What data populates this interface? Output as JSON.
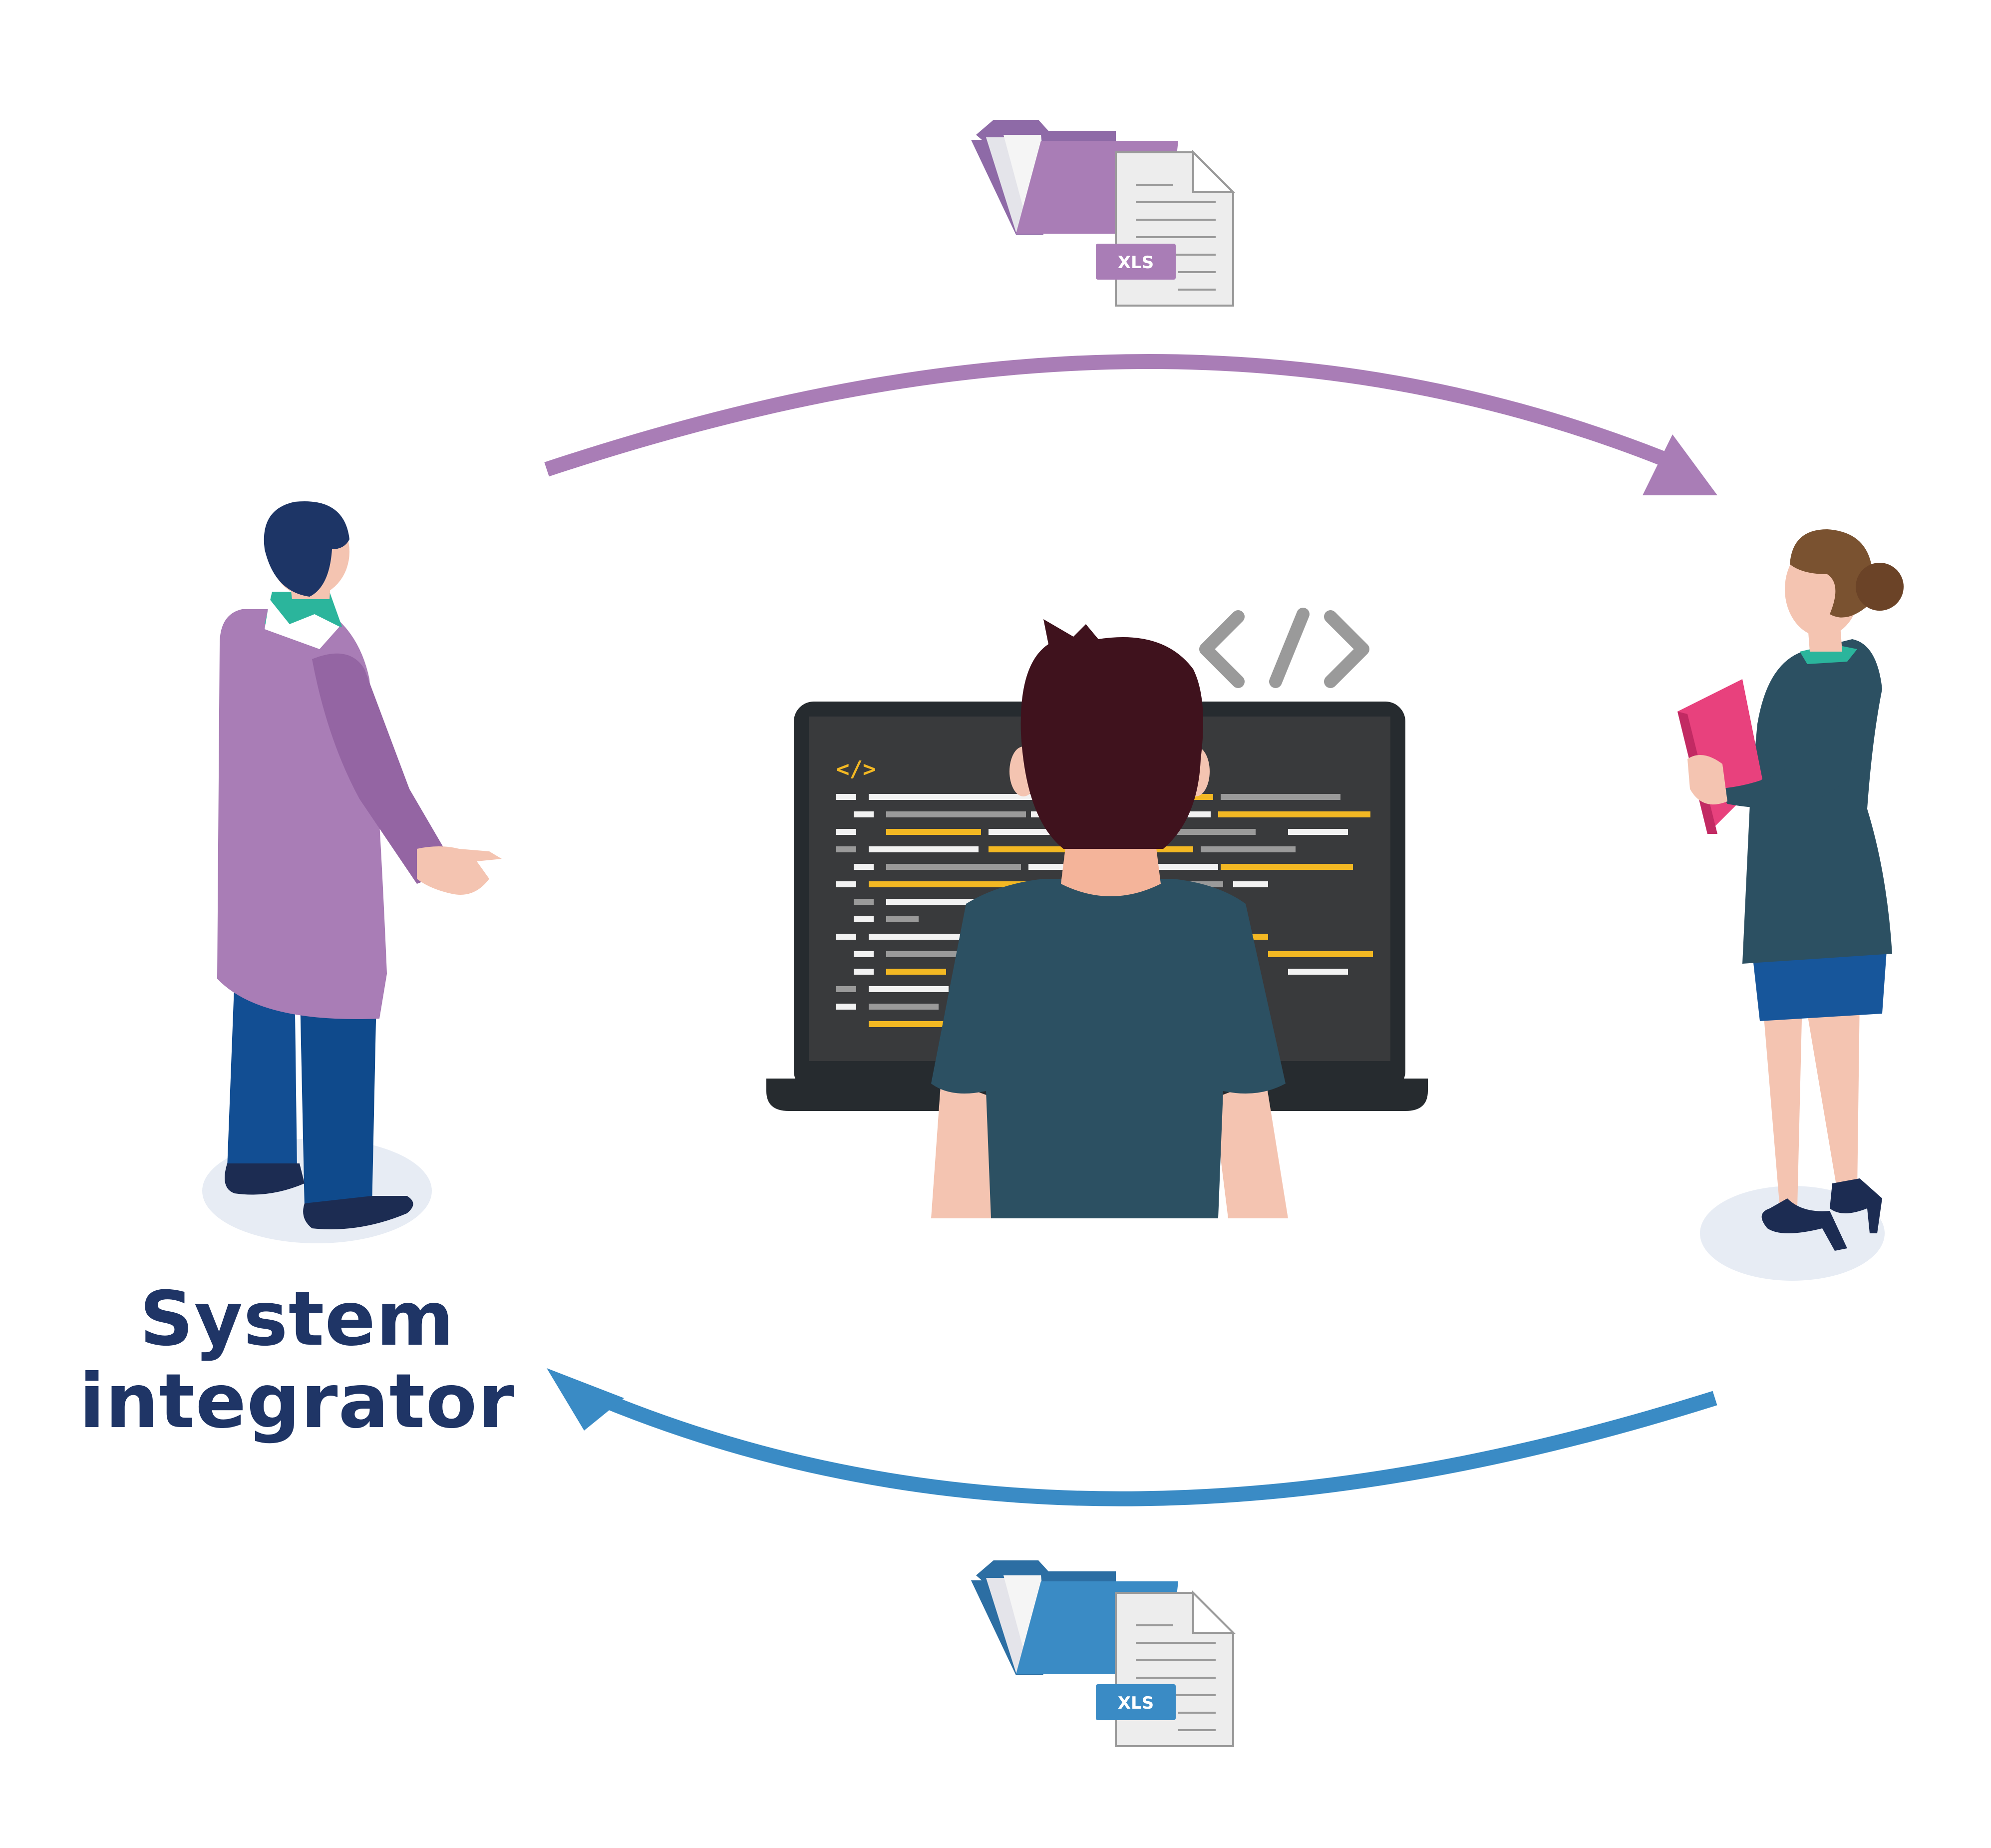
{
  "title": {
    "line1": "System",
    "line2": "integrator"
  },
  "files": {
    "top_badge": "XLS",
    "bottom_badge": "XLS"
  },
  "screen": {
    "code_tag": "</>"
  },
  "colors": {
    "purple_flow": "#a97db6",
    "blue_flow": "#3a8bc5",
    "title": "#1f3566",
    "code_yellow": "#f3b823",
    "code_gray": "#9a9a9a",
    "code_white": "#f2f2f2"
  },
  "icons": {
    "top_file": "folder-with-xls-document",
    "bottom_file": "folder-with-xls-document",
    "code_symbol": "code-brackets-icon"
  }
}
